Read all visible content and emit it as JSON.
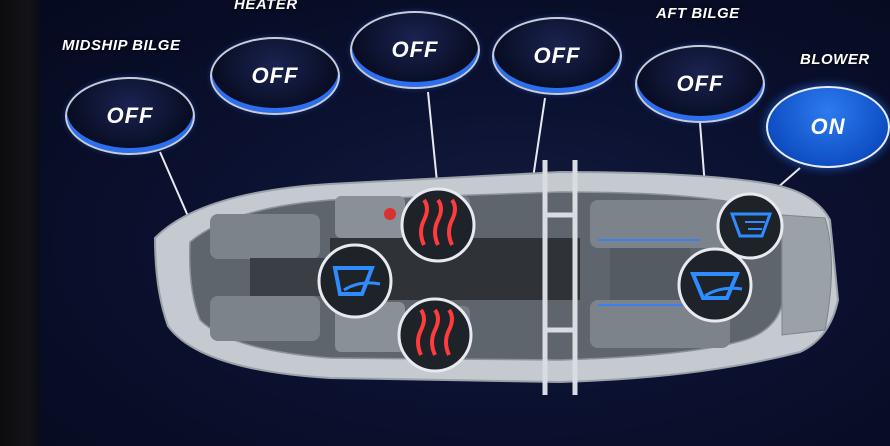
{
  "controls": {
    "midship_bilge": {
      "label": "MIDSHIP BILGE",
      "state": "OFF"
    },
    "heater": {
      "label": "HEATER",
      "state": "OFF"
    },
    "heater_seat_2": {
      "state": "OFF"
    },
    "seat_heater_port": {
      "state": "OFF"
    },
    "aft_bilge": {
      "label": "AFT BILGE",
      "state": "OFF"
    },
    "blower": {
      "label": "BLOWER",
      "state": "ON"
    }
  },
  "colors": {
    "accent_blue": "#2a6ff0",
    "on_blue": "#1257d6",
    "heat_red": "#ff3b3b",
    "boat_grey": "#c9cfd4"
  },
  "icons": [
    "bilge-pump-icon",
    "heater-icon",
    "blower-icon"
  ]
}
